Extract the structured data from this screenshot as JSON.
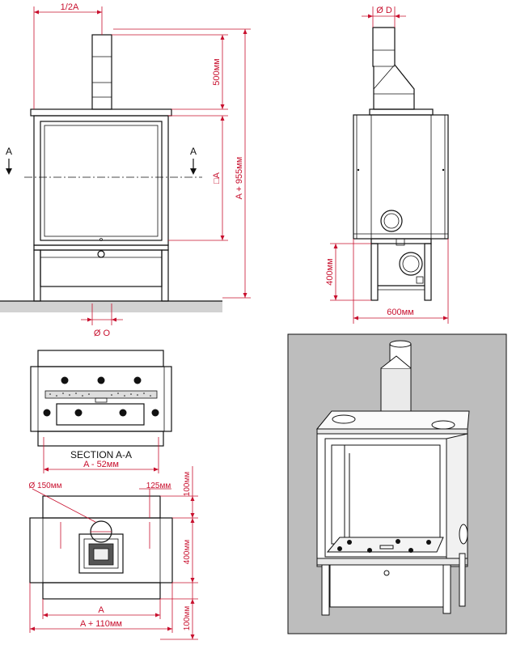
{
  "front_view": {
    "dim_half_a": "1/2A",
    "dim_flue_height": "500мм",
    "dim_square_a": "□A",
    "dim_total_height": "A + 955мм",
    "section_mark_left": "A",
    "section_mark_right": "A",
    "dim_outlet_diameter": "Ø O"
  },
  "side_view": {
    "dim_flue_diameter": "Ø D",
    "dim_leg_height": "400мм",
    "dim_depth": "600мм"
  },
  "section_view": {
    "title": "SECTION A-A",
    "dim_width": "A - 52мм"
  },
  "top_view": {
    "dim_flue_diameter": "Ø 150мм",
    "dim_offset": "125мм",
    "dim_back_margin": "100мм",
    "dim_depth": "400мм",
    "dim_front_margin": "100мм",
    "dim_width": "A",
    "dim_total_width": "A + 110мм"
  },
  "colors": {
    "dimension": "#c8102e",
    "line": "#111111",
    "render_bg": "#bdbdbd"
  }
}
